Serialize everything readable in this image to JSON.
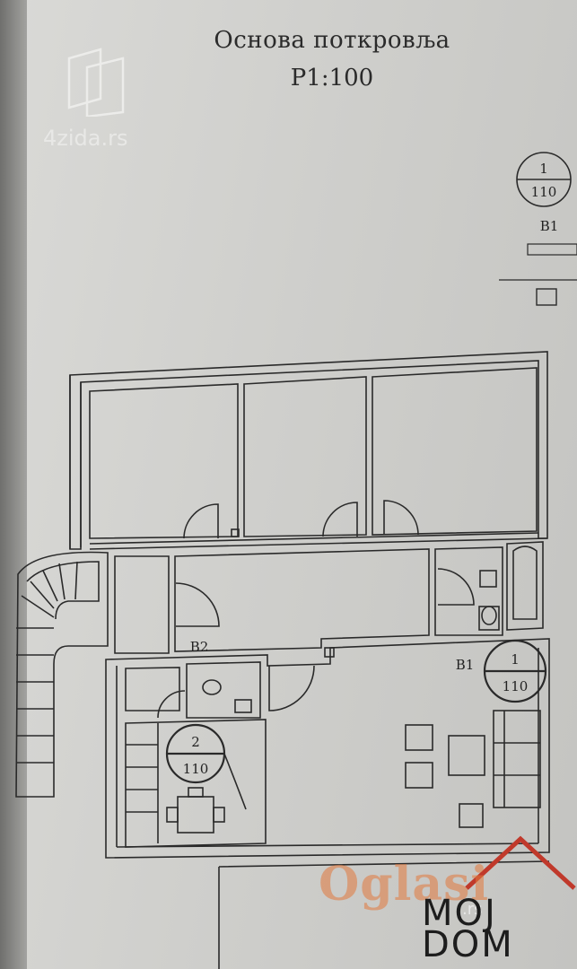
{
  "drawing": {
    "title": "Основа поткровља",
    "scale": "P1:100"
  },
  "section_mark_top": {
    "number": "1",
    "sheet": "110",
    "label": "B1"
  },
  "section_mark_mid": {
    "number": "1",
    "sheet": "110",
    "label": "B1"
  },
  "section_mark_left": {
    "number": "2",
    "sheet": "110",
    "label": "B2"
  },
  "watermarks": {
    "site_4zida": "4zida.rs",
    "oglasi": "Oglasi",
    "moj": "MOJ",
    "dom": "DOM",
    "small": ".rs"
  },
  "colors": {
    "paper": "#d3d3d0",
    "ink": "#2a2a2a",
    "oglasi_orange": "#e07a3c",
    "roof_red": "#c0392b"
  }
}
